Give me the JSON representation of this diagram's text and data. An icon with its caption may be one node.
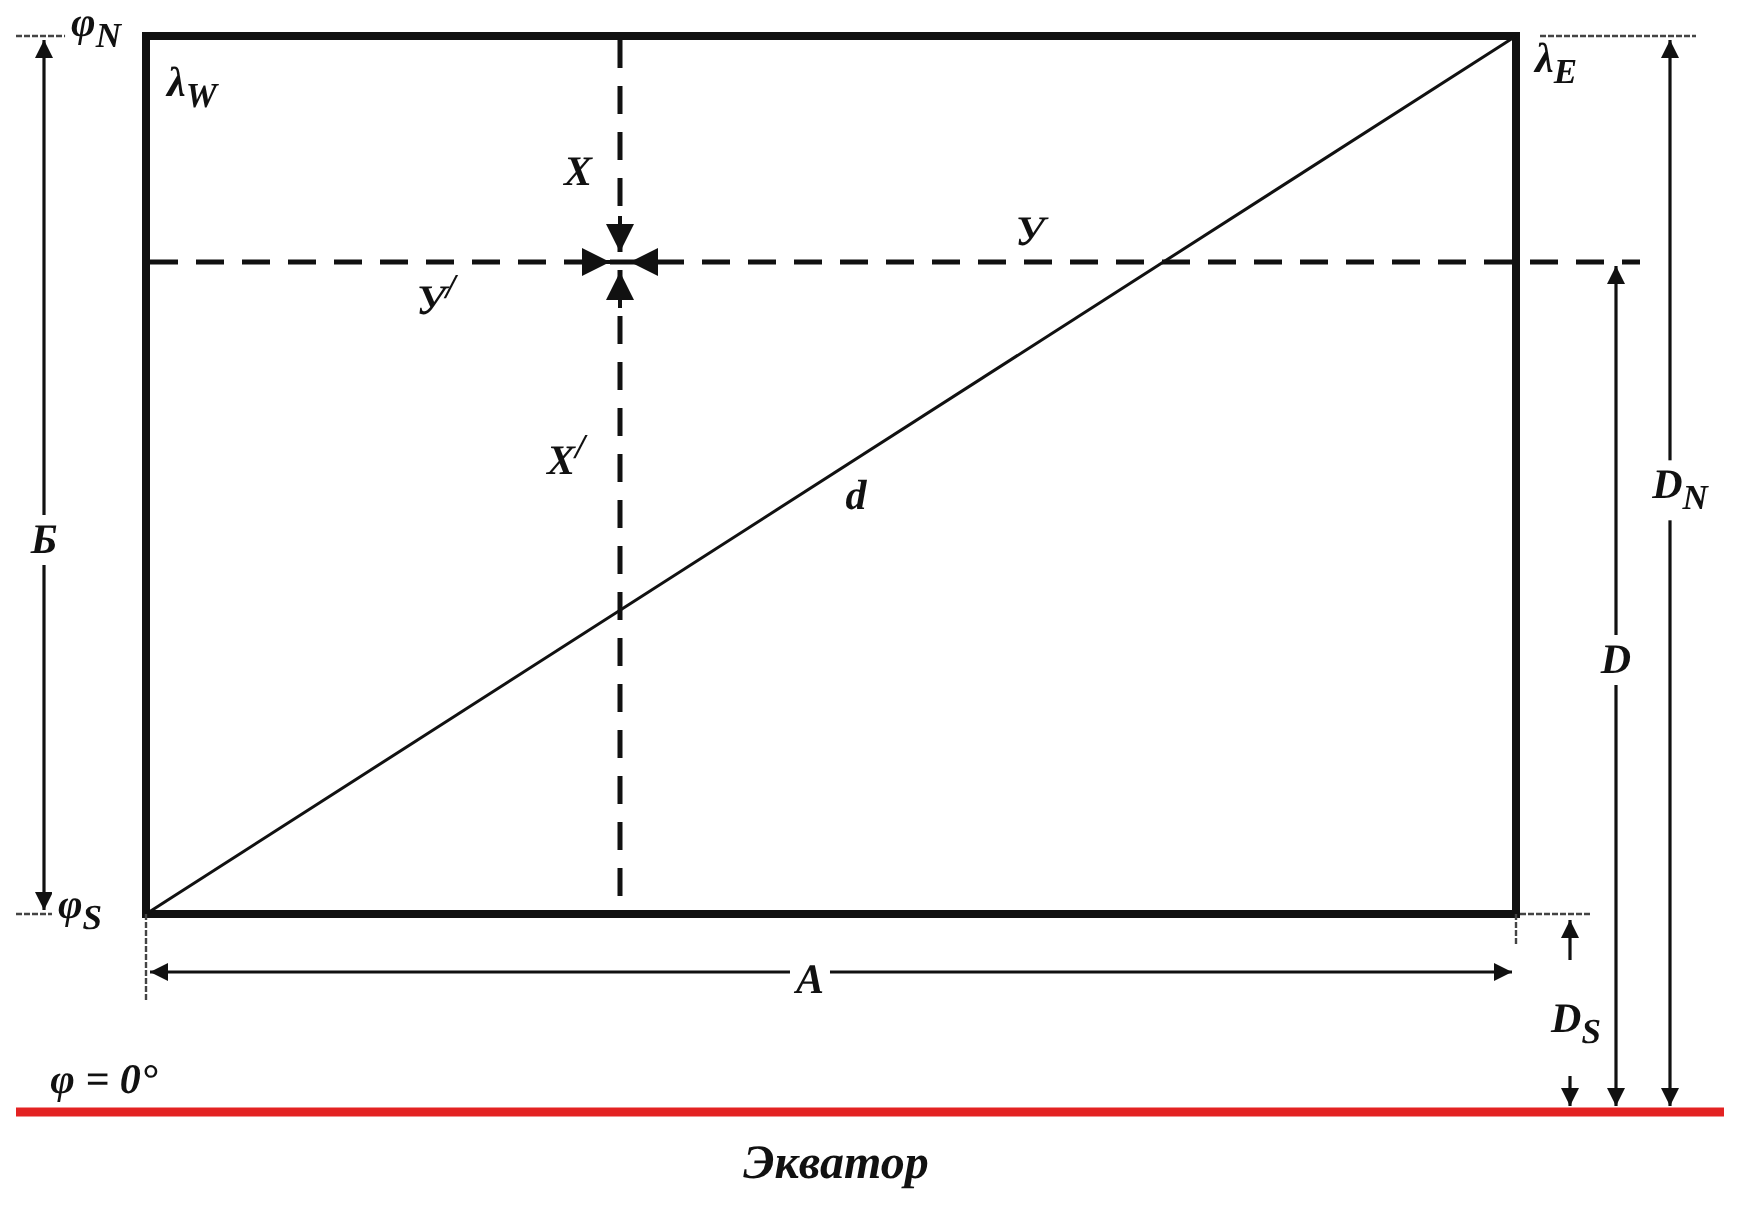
{
  "diagram": {
    "labels": [
      "φ$_{N}$",
      "λ$_{W}$",
      "λ$_{E}$",
      "X",
      "У",
      "У$^{/}$",
      "X$^{/}$",
      "d",
      "Б",
      "D$_{N}$",
      "D",
      "φ$_{S}$",
      "A",
      "D$_{S}$",
      "φ = 0°",
      "Экватор"
    ]
  }
}
